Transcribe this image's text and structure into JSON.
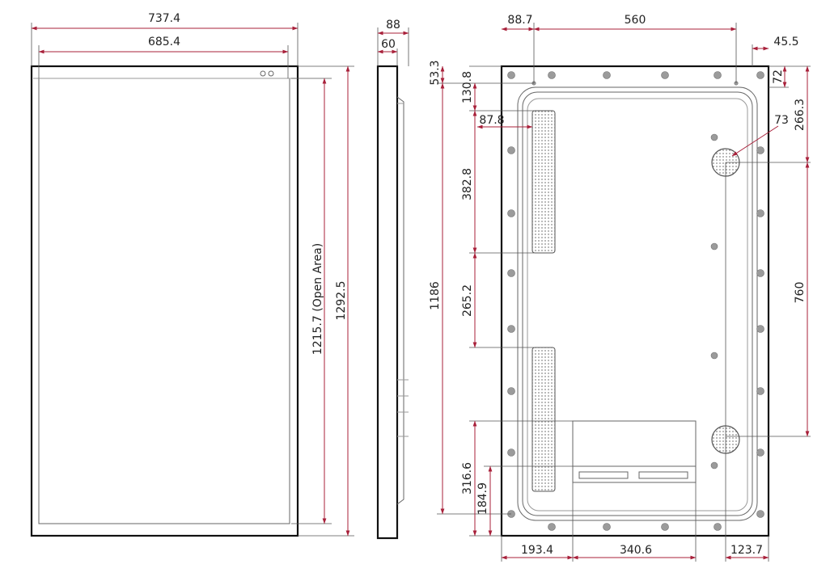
{
  "dimensions": {
    "front_outer_width": "737.4",
    "front_open_width": "685.4",
    "front_open_height": "1215.7 (Open Area)",
    "front_outer_height": "1292.5",
    "side_depth": "88",
    "side_depth_inner": "60",
    "back_left_hole_offset": "88.7",
    "back_hole_spacing": "560",
    "back_right_hole_offset": "45.5",
    "back_top_offset": "53.3",
    "back_top_hole": "130.8",
    "back_right_top": "72",
    "back_right_speaker_top": "266.3",
    "back_speaker_dia": "73",
    "back_vent_width": "87.8",
    "back_vent_height": "382.8",
    "back_vent_gap": "265.2",
    "back_height": "1186",
    "back_speaker_spacing": "760",
    "back_bottom_1": "316.6",
    "back_bottom_2": "184.9",
    "back_bottom_left": "193.4",
    "back_bottom_mid": "340.6",
    "back_bottom_right": "123.7"
  },
  "colors": {
    "dimension_line": "#a8203a",
    "outline": "#111111"
  }
}
